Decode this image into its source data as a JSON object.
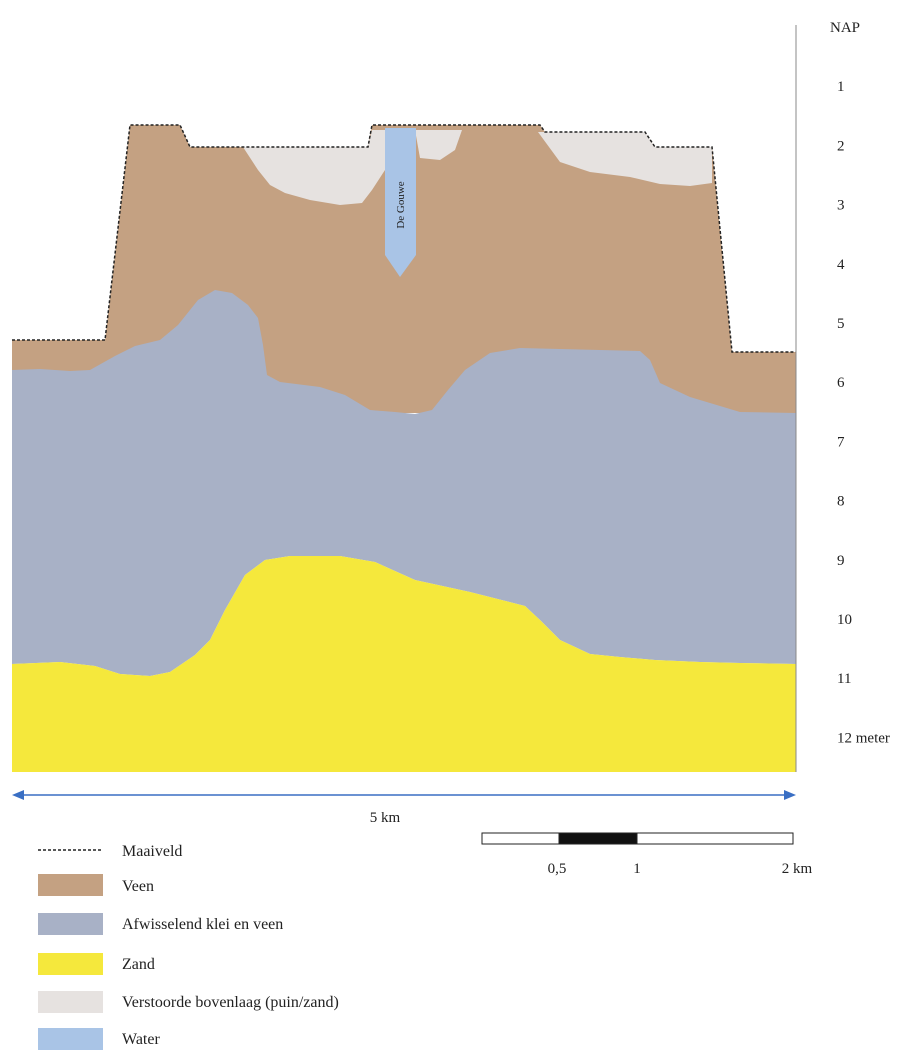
{
  "depth_axis": {
    "labels": [
      "NAP",
      "1",
      "2",
      "3",
      "4",
      "5",
      "6",
      "7",
      "8",
      "9",
      "10",
      "11",
      "12 meter"
    ]
  },
  "river": {
    "label": "De Gouwe"
  },
  "width_arrow": {
    "label": "5 km"
  },
  "scale_bar": {
    "labels": [
      "0,5",
      "1",
      "2 km"
    ]
  },
  "legend": [
    {
      "label": "Maaiveld",
      "color": "#222222",
      "swatch": "dashed-line"
    },
    {
      "label": "Veen",
      "color": "#c4a182"
    },
    {
      "label": "Afwisselend klei en veen",
      "color": "#a8b1c6"
    },
    {
      "label": "Zand",
      "color": "#f5e83c"
    },
    {
      "label": "Verstoorde bovenlaag (puin/zand)",
      "color": "#e6e2e0"
    },
    {
      "label": "Water",
      "color": "#a9c4e6"
    }
  ]
}
